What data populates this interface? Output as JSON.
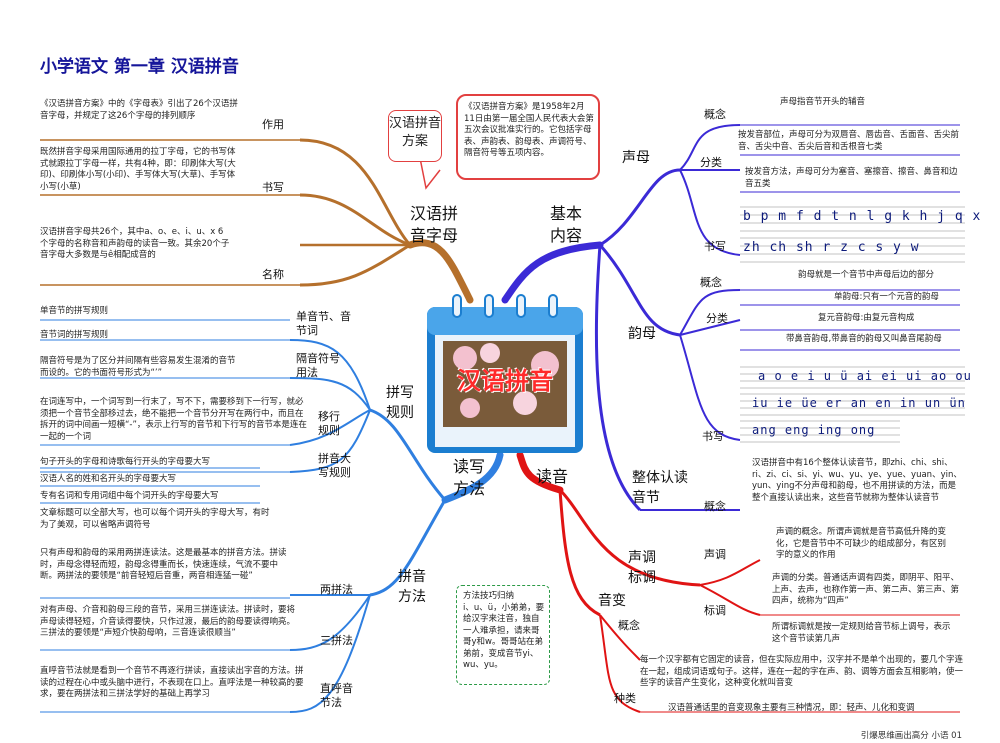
{
  "title": "小学语文  第一章  汉语拼音",
  "footer": "引爆思维画出高分  小语  01",
  "center": {
    "label": "汉语拼音"
  },
  "scheme": {
    "label": "汉语拼音方案",
    "text": "《汉语拼音方案》是1958年2月11日由第一届全国人民代表大会第五次会议批准实行的。它包括字母表、声韵表、韵母表、声调符号、隔音符号等五项内容。"
  },
  "alphabet": {
    "label": "汉语拼音字母",
    "items": [
      {
        "label": "作用",
        "note": "《汉语拼音方案》中的《字母表》引出了26个汉语拼音字母，并规定了这26个字母的排列顺序"
      },
      {
        "label": "书写",
        "note": "既然拼音字母采用国际通用的拉丁字母，它的书写体式就跟拉丁字母一样，共有4种，即：印刷体大写(大印)、印刷体小写(小印)、手写体大写(大草)、手写体小写(小草)"
      },
      {
        "label": "名称",
        "note": "汉语拼音字母共26个，其中a、o、e、i、u、x 6个字母的名称音和声韵母的读音一致。其余20个子音字母大多数是与ê相配成音的"
      }
    ]
  },
  "basic": {
    "label": "基本内容",
    "shengmu": {
      "label": "声母",
      "concept_label": "概念",
      "concept": "声母指音节开头的辅音",
      "class_label": "分类",
      "class_1": "按发音部位，声母可分为双唇音、唇齿音、舌面音、舌尖前音、舌尖中音、舌尖后音和舌根音七类",
      "class_2": "按发音方法，声母可分为塞音、塞擦音、擦音、鼻音和边音五类",
      "write_label": "书写",
      "row_1": "b p m f d t n l g k h j q x",
      "row_2": "zh ch sh r z c s y w"
    },
    "yunmu": {
      "label": "韵母",
      "concept_label": "概念",
      "concept": "韵母就是一个音节中声母后边的部分",
      "class_label": "分类",
      "class_1": "单韵母:只有一个元音的韵母",
      "class_2": "复元音韵母:由复元音构成",
      "class_3": "带鼻音韵母,带鼻音的韵母又叫鼻音尾韵母",
      "write_label": "书写",
      "row_1": "a o e i u ü ai ei ui ao ou",
      "row_2": "iu ie üe er an en in un ün",
      "row_3": "ang eng ing ong"
    },
    "whole": {
      "label": "整体认读音节",
      "concept_label": "概念",
      "concept": "汉语拼音中有16个整体认读音节，即zhi、chi、shi、ri、zi、ci、si、yi、wu、yu、ye、yue、yuan、yin、yun、ying不分声母和韵母，也不用拼读的方法，而是整个直接认读出来，这些音节就称为整体认读音节"
    }
  },
  "reading": {
    "label": "读音",
    "tone": {
      "label": "声调标调",
      "sd_label": "声调",
      "sd_1": "声调的概念。所谓声调就是音节高低升降的变化，它是音节中不可缺少的组成部分，有区别字的意义的作用",
      "sd_2": "声调的分类。普通话声调有四类，即阴平、阳平、上声、去声，也称作第一声、第二声、第三声、第四声，统称为“四声”",
      "bd_label": "标调",
      "bd": "所谓标调就是按一定规则给音节标上调号，表示这个音节读第几声"
    },
    "change": {
      "label": "音变",
      "concept_label": "概念",
      "concept": "每一个汉字都有它固定的读音，但在实际应用中，汉字并不是单个出现的，要几个字连在一起，组成词语或句子。这样，连在一起的字在声、韵、调等方面会互相影响，使一些字的读音产生变化，这种变化就叫音变",
      "kinds_label": "种类",
      "kinds": "汉语普通话里的音变现象主要有三种情况，即：轻声、儿化和变调"
    },
    "tip": "方法技巧归纳\ni、u、ü，小弟弟，要给汉字来注音，独自一人难承担，请来哥哥y和w。哥哥站在弟弟前，变成音节yi、wu、yu。"
  },
  "writing": {
    "label": "读写方法",
    "rules": {
      "label": "拼写规则",
      "items": [
        {
          "label": "单音节、音节词",
          "notes": [
            "单音节的拼写规则",
            "音节词的拼写规则"
          ]
        },
        {
          "label": "隔音符号用法",
          "notes": [
            "隔音符号是为了区分并间隔有些容易发生混淆的音节而设的。它的书面符号形式为“’”"
          ]
        },
        {
          "label": "移行规则",
          "notes": [
            "在词连写中，一个词写到一行末了，写不下，需要移到下一行写，就必须把一个音节全部移过去，绝不能把一个音节分开写在两行中，而且在拆开的词中间画一短横“-”，表示上行写的音节和下行写的音节本是连在一起的一个词"
          ]
        },
        {
          "label": "拼音大写规则",
          "notes": [
            "句子开头的字母和诗歌每行开头的字母要大写",
            "汉语人名的姓和名开头的字母要大写",
            "专有名词和专用词组中每个词开头的字母要大写",
            "文章标题可以全部大写，也可以每个词开头的字母大写，有时为了美观，可以省略声调符号"
          ]
        }
      ]
    },
    "methods": {
      "label": "拼音方法",
      "items": [
        {
          "label": "两拼法",
          "note": "只有声母和韵母的采用两拼连读法。这是最基本的拼音方法。拼读时，声母念得轻而短，韵母念得重而长，快速连续，气流不要中断。两拼法的要领是“前音轻短后音重，两音相连猛一碰”"
        },
        {
          "label": "三拼法",
          "note": "对有声母、介音和韵母三段的音节，采用三拼连读法。拼读时，要将声母读得轻短，介音读得要快，只作过渡，最后的韵母要读得响亮。三拼法的要领是“声短介快韵母响，三音连读很顺当”"
        },
        {
          "label": "直呼音节法",
          "note": "直呼音节法就是看到一个音节不再逐行拼读，直接读出字音的方法。拼读的过程在心中或头脑中进行，不表现在口上。直呼法是一种较高的要求，要在两拼法和三拼法学好的基础上再学习"
        }
      ]
    }
  },
  "colors": {
    "title": "#16169a",
    "brown": "#b5702c",
    "blue": "#2f7fe0",
    "purple": "#3b2ad6",
    "red": "#e01414"
  }
}
